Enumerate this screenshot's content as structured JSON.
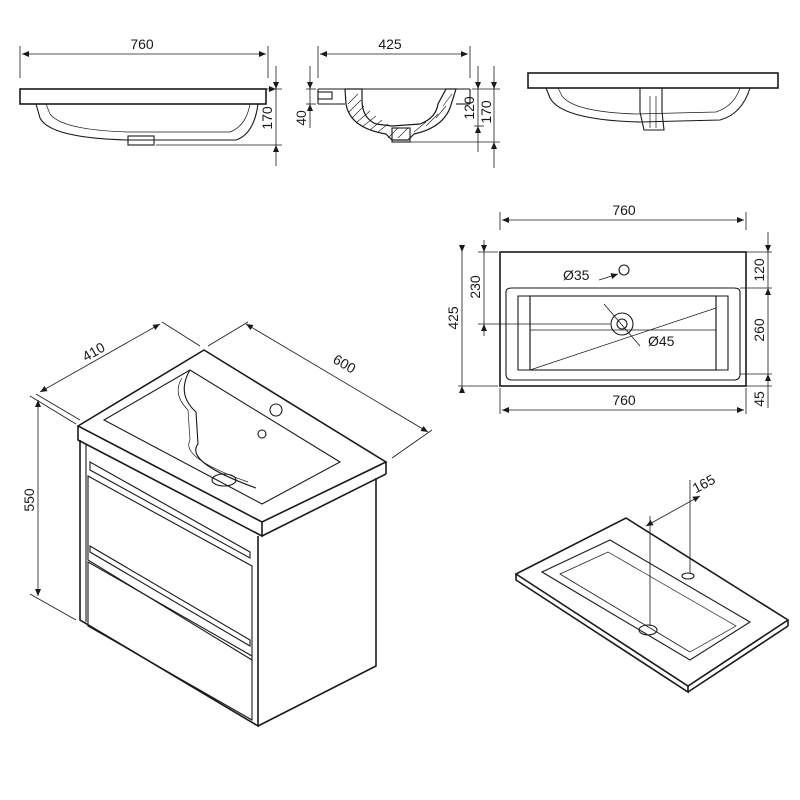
{
  "colors": {
    "line": "#1a1a1a",
    "background": "#ffffff"
  },
  "front_view": {
    "width": "760",
    "height": "170"
  },
  "side_view": {
    "depth": "425",
    "rim": "40",
    "basin": "120",
    "height": "170"
  },
  "plan_view": {
    "top_width": "760",
    "bottom_width": "760",
    "tap_hole": "Ø35",
    "drain_hole": "Ø45",
    "left_inner": "230",
    "left_total": "425",
    "right_top": "120",
    "right_basin": "260",
    "right_front": "45"
  },
  "cabinet_view": {
    "depth": "410",
    "width": "600",
    "height": "550"
  },
  "iso_basin": {
    "offset": "165"
  }
}
